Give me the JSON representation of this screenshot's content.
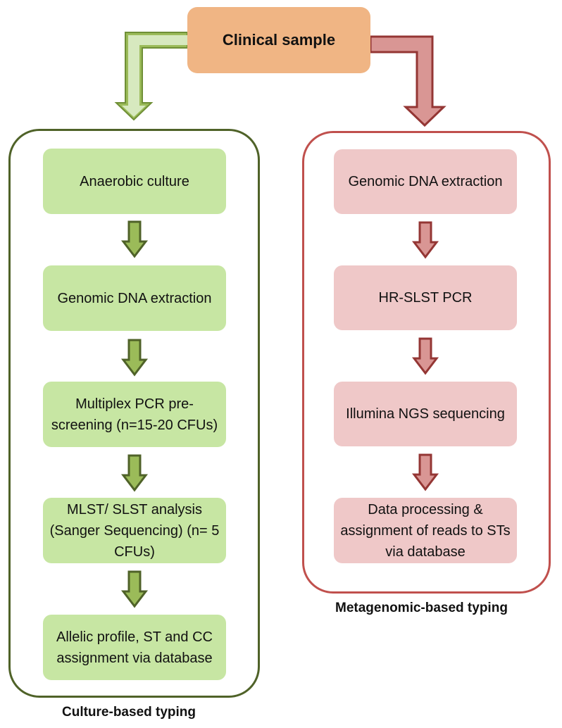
{
  "top": {
    "label": "Clinical sample"
  },
  "left": {
    "caption": "Culture-based typing",
    "steps": [
      "Anaerobic culture",
      "Genomic DNA extraction",
      "Multiplex PCR pre-screening (n=15-20 CFUs)",
      "MLST/ SLST analysis (Sanger Sequencing) (n= 5 CFUs)",
      "Allelic profile, ST and CC assignment via database"
    ]
  },
  "right": {
    "caption": "Metagenomic-based typing",
    "steps": [
      "Genomic DNA extraction",
      "HR-SLST PCR",
      "Illumina NGS sequencing",
      "Data processing & assignment of reads to STs via database"
    ]
  },
  "colors": {
    "top_fill": "#f0b584",
    "green_fill": "#c7e6a3",
    "green_border": "#4f6228",
    "green_arrow_fill": "#9bbb59",
    "red_fill": "#efc8c8",
    "red_border": "#c0504d",
    "red_arrow_fill": "#d99694"
  }
}
